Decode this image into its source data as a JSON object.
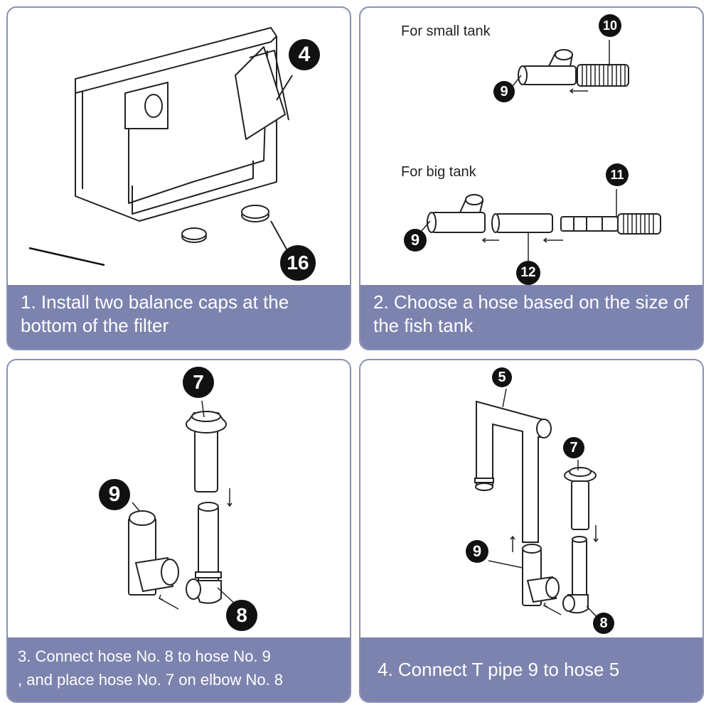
{
  "panels": [
    {
      "caption": "1. Install two balance caps at the bottom of the filter",
      "badges": [
        "4",
        "16"
      ]
    },
    {
      "caption": "2. Choose a hose based on the size of the fish tank",
      "small_tank_label": "For small tank",
      "big_tank_label": "For big tank",
      "badges": [
        "10",
        "9",
        "11",
        "9",
        "12"
      ]
    },
    {
      "caption_line1": "3. Connect hose No. 8 to hose No. 9",
      "caption_line2": ", and place hose No. 7 on elbow No. 8",
      "badges": [
        "7",
        "9",
        "8"
      ]
    },
    {
      "caption": "4. Connect T pipe 9 to hose 5",
      "badges": [
        "5",
        "7",
        "9",
        "8"
      ]
    }
  ],
  "colors": {
    "border": "#8a90b4",
    "caption_bg": "#7c83ae",
    "caption_text": "#ffffff",
    "badge": "#111111"
  }
}
